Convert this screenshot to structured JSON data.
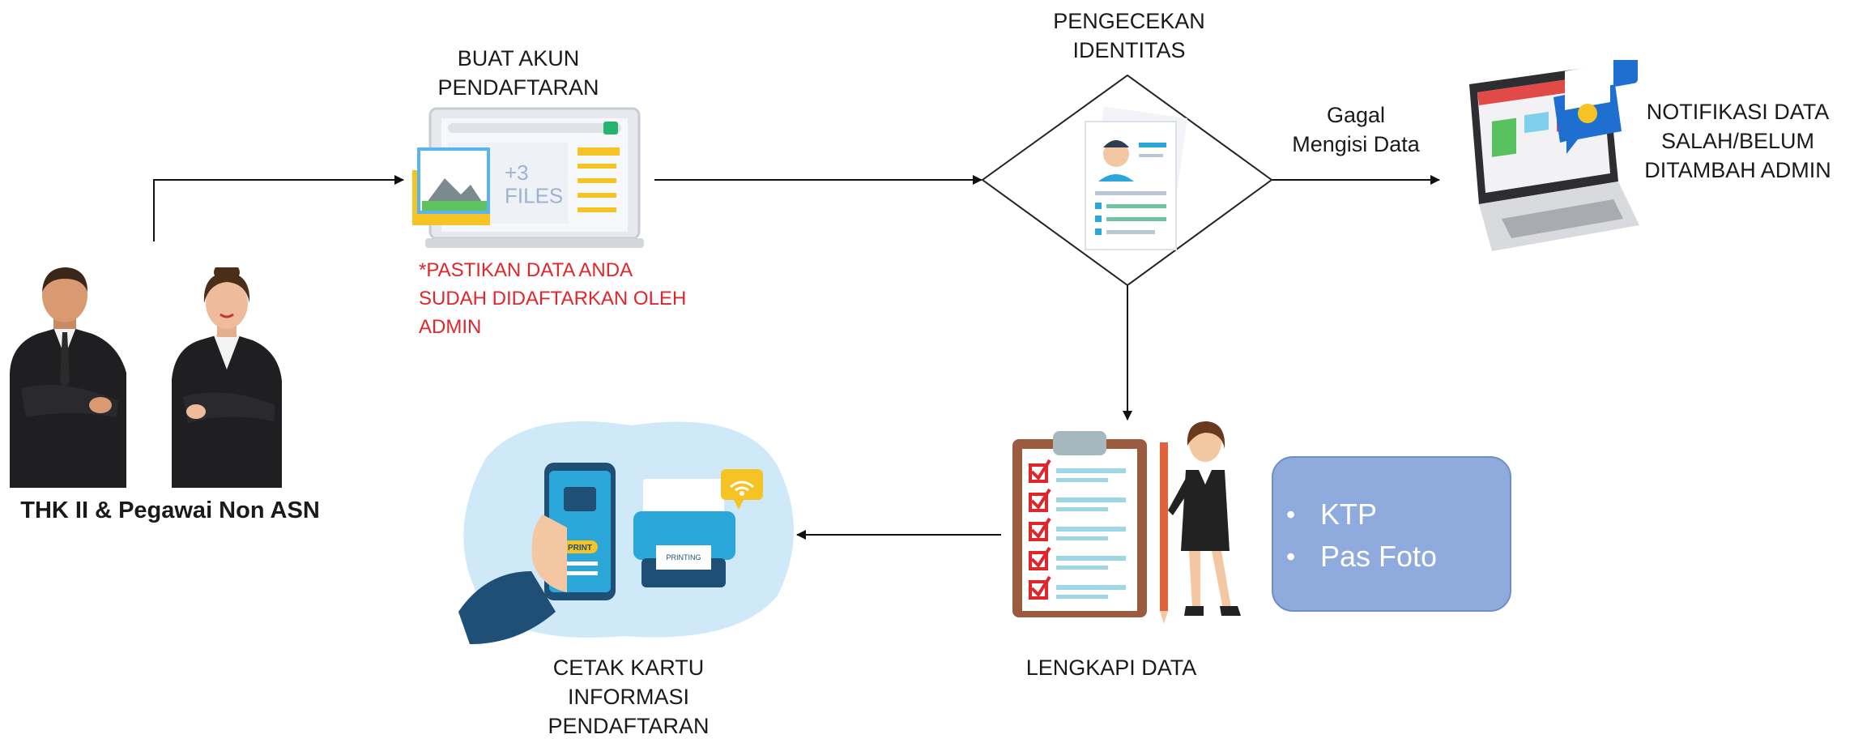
{
  "actors": {
    "label": "THK II & Pegawai Non ASN"
  },
  "steps": {
    "create_account": {
      "label": "BUAT AKUN\nPENDAFTARAN",
      "note": "*PASTIKAN DATA ANDA\nSUDAH DIDAFTARKAN OLEH\nADMIN",
      "screen_text": "+3\nFILES"
    },
    "identity_check": {
      "label": "PENGECEKAN\nIDENTITAS"
    },
    "fail": {
      "edge_label": "Gagal\nMengisi Data",
      "label": "NOTIFIKASI DATA\nSALAH/BELUM\nDITAMBAH ADMIN"
    },
    "complete_data": {
      "label": "LENGKAPI DATA",
      "documents": [
        "KTP",
        "Pas Foto"
      ]
    },
    "print_card": {
      "label": "CETAK KARTU\nINFORMASI\nPENDAFTARAN",
      "phone_button": "PRINT",
      "printer_text": "PRINTING"
    }
  },
  "colors": {
    "note_red": "#e0262b",
    "doc_box_fill": "#8faadc",
    "arrow": "#111111",
    "check_red": "#e0262b"
  }
}
